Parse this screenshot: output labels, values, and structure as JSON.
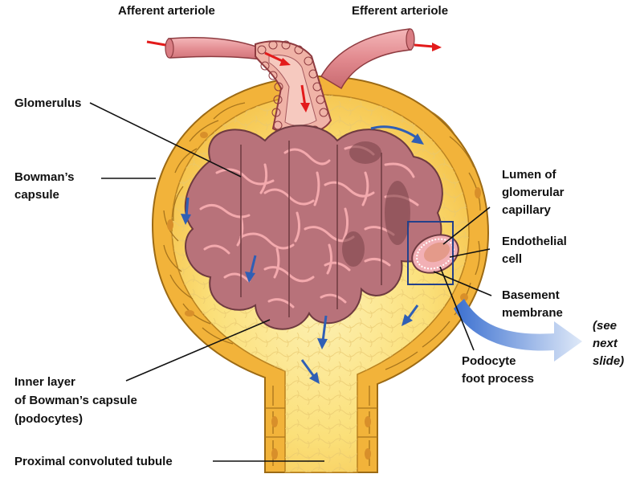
{
  "labels": {
    "afferent": "Afferent arteriole",
    "efferent": "Efferent arteriole",
    "glomerulus": "Glomerulus",
    "bowmans_1": "Bowman’s",
    "bowmans_2": "capsule",
    "lumen_1": "Lumen of",
    "lumen_2": "glomerular",
    "lumen_3": "capillary",
    "endo_1": "Endothelial",
    "endo_2": "cell",
    "basement_1": "Basement",
    "basement_2": "membrane",
    "inner_1": "Inner layer",
    "inner_2": "of Bowman’s capsule",
    "inner_3": "(podocytes)",
    "podo_1": "Podocyte",
    "podo_2": "foot process",
    "pct": "Proximal convoluted tubule",
    "see_1": "(see",
    "see_2": "next",
    "see_3": "slide)"
  },
  "colors": {
    "capsule_outer": "#f2b33a",
    "capsule_space": "#fbe27c",
    "capsule_cells": "#f7c85a",
    "glomerulus": "#b8727a",
    "glomerulus_dark": "#6e3a40",
    "lumen": "#f7a6a6",
    "arteriole": "#e98f93",
    "red_arrow": "#e31b1b",
    "blue_arrow": "#2f5fb5",
    "leader": "#111111"
  }
}
